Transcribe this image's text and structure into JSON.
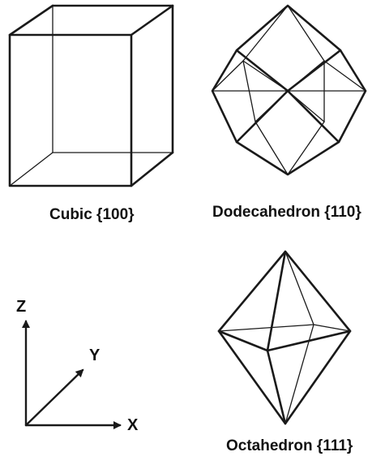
{
  "shapes": [
    {
      "id": "cubic",
      "label": "Cubic {100}"
    },
    {
      "id": "dodecahedron",
      "label": "Dodecahedron {110}"
    },
    {
      "id": "octahedron",
      "label": "Octahedron {111}"
    }
  ],
  "axes": {
    "z_label": "Z",
    "y_label": "Y",
    "x_label": "X"
  }
}
